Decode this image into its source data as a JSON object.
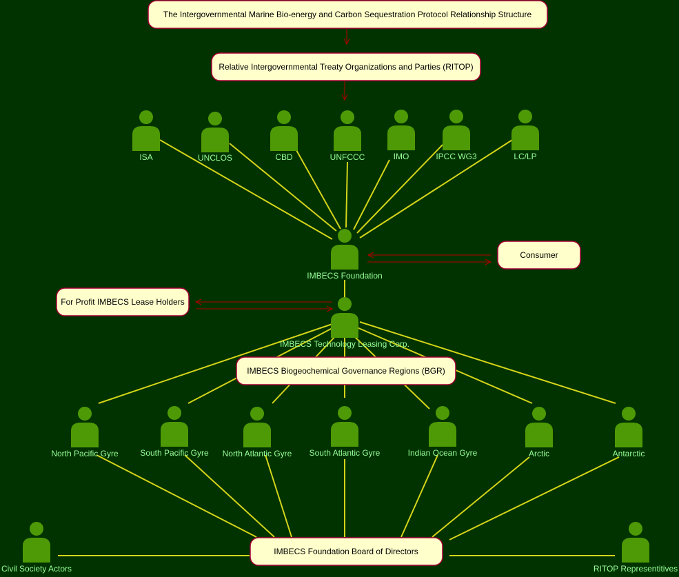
{
  "title": "The Intergovernmental Marine Bio-energy and Carbon Sequestration Protocol Relationship Structure",
  "boxes": {
    "title": "The Intergovernmental Marine Bio-energy and Carbon Sequestration Protocol Relationship Structure",
    "ritop": "Relative Intergovernmental Treaty Organizations and Parties (RITOP)",
    "consumer": "Consumer",
    "lease_holders": "For Profit IMBECS Lease Holders",
    "bgr": "IMBECS Biogeochemical Governance Regions (BGR)",
    "board": "IMBECS Foundation Board of Directors"
  },
  "actors": {
    "isa": "ISA",
    "unclos": "UNCLOS",
    "cbd": "CBD",
    "unfccc": "UNFCCC",
    "imo": "IMO",
    "ipcc": "IPCC WG3",
    "lclp": "LC/LP",
    "foundation": "IMBECS Foundation",
    "leasing": "IMBECS Technology Leasing Corp.",
    "north_pacific": "North Pacific Gyre",
    "south_pacific": "South Pacific Gyre",
    "north_atlantic": "North Atlantic Gyre",
    "south_atlantic": "South Atlantic Gyre",
    "indian": "Indian Ocean Gyre",
    "arctic": "Arctic",
    "antarctic": "Antarctic",
    "civil_society": "Civil Society Actors",
    "ritop_reps": "RITOP Representitives"
  },
  "colors": {
    "background": "#003300",
    "box_fill": "#FFFFCC",
    "box_border": "#A80036",
    "actor_fill": "#4E9A06",
    "actor_label": "#99FF99",
    "link_yellow": "#D4D41A",
    "link_red": "#B30000"
  }
}
